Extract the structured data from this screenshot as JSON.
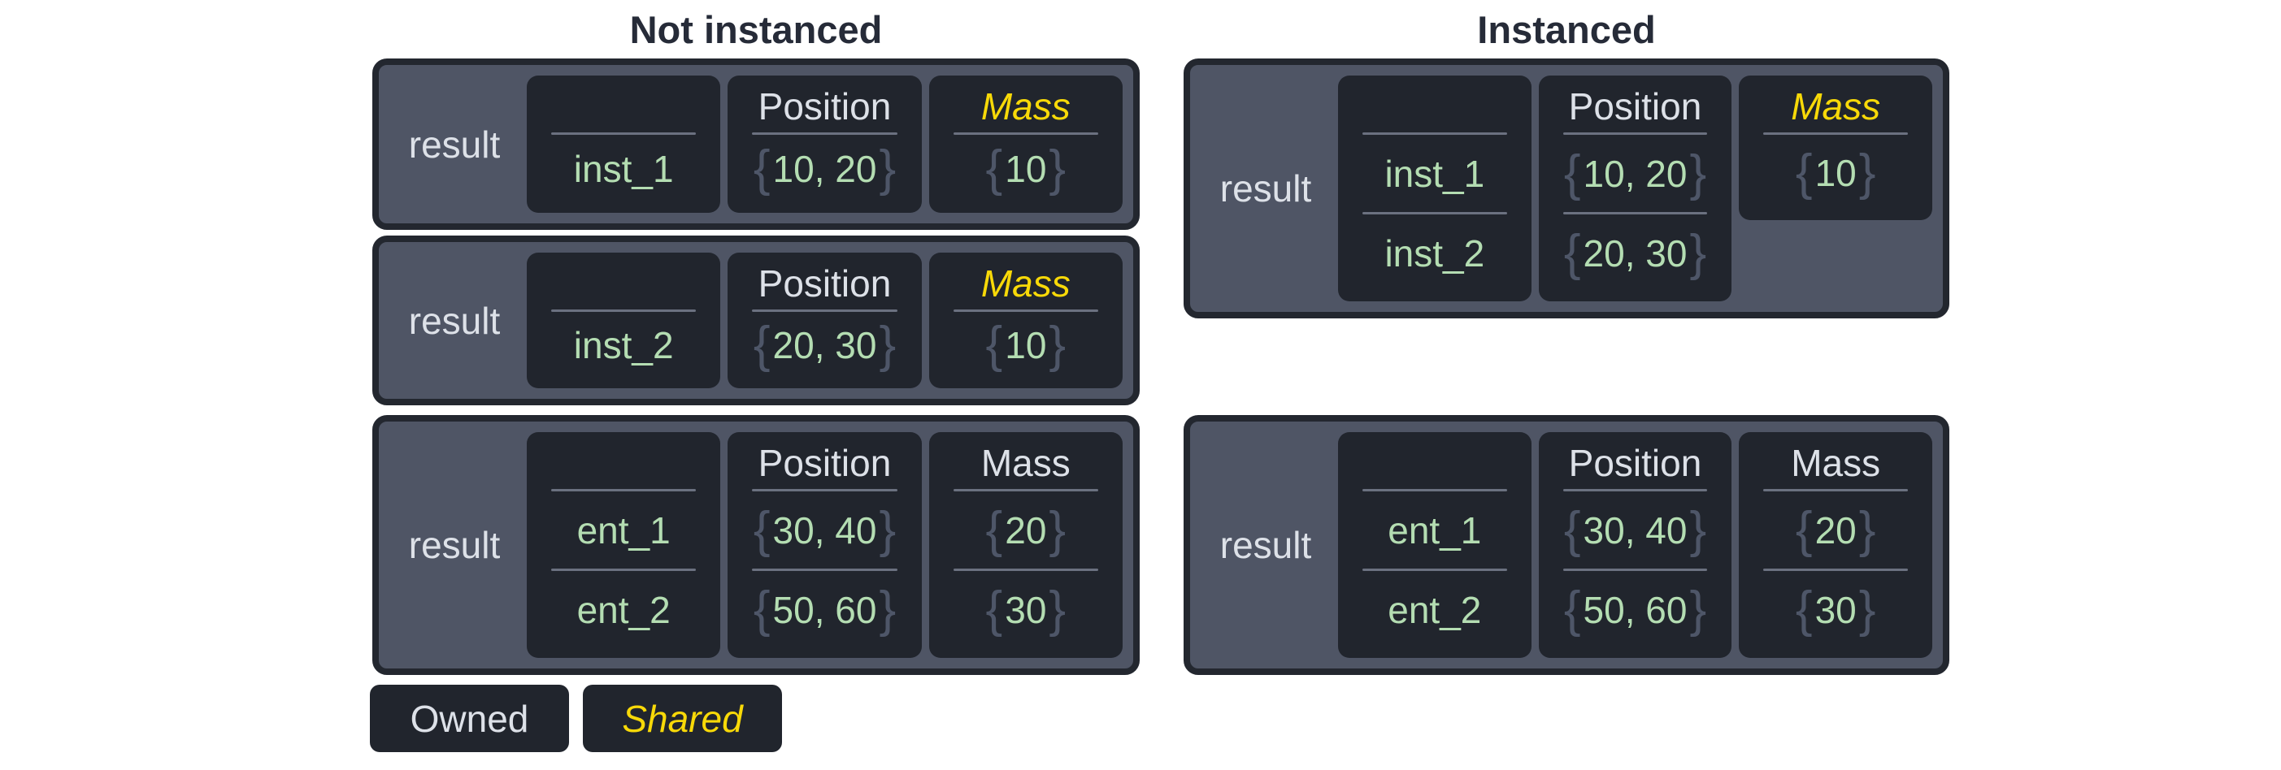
{
  "titles": {
    "left": "Not instanced",
    "right": "Instanced"
  },
  "legend": [
    {
      "label": "Owned",
      "shared": false
    },
    {
      "label": "Shared",
      "shared": true
    }
  ],
  "tables": [
    {
      "section": "not-instanced",
      "result_label": "result",
      "columns": [
        {
          "kind": "entity",
          "header": "",
          "shared": false,
          "short": false,
          "values": [
            {
              "text": "inst_1",
              "braced": false
            }
          ]
        },
        {
          "kind": "position",
          "header": "Position",
          "shared": false,
          "short": false,
          "values": [
            {
              "text": "10, 20",
              "braced": true
            }
          ]
        },
        {
          "kind": "mass",
          "header": "Mass",
          "shared": true,
          "short": false,
          "values": [
            {
              "text": "10",
              "braced": true
            }
          ]
        }
      ]
    },
    {
      "section": "not-instanced",
      "result_label": "result",
      "columns": [
        {
          "kind": "entity",
          "header": "",
          "shared": false,
          "short": false,
          "values": [
            {
              "text": "inst_2",
              "braced": false
            }
          ]
        },
        {
          "kind": "position",
          "header": "Position",
          "shared": false,
          "short": false,
          "values": [
            {
              "text": "20, 30",
              "braced": true
            }
          ]
        },
        {
          "kind": "mass",
          "header": "Mass",
          "shared": true,
          "short": false,
          "values": [
            {
              "text": "10",
              "braced": true
            }
          ]
        }
      ]
    },
    {
      "section": "not-instanced",
      "result_label": "result",
      "columns": [
        {
          "kind": "entity",
          "header": "",
          "shared": false,
          "short": false,
          "values": [
            {
              "text": "ent_1",
              "braced": false
            },
            {
              "text": "ent_2",
              "braced": false
            }
          ]
        },
        {
          "kind": "position",
          "header": "Position",
          "shared": false,
          "short": false,
          "values": [
            {
              "text": "30, 40",
              "braced": true
            },
            {
              "text": "50, 60",
              "braced": true
            }
          ]
        },
        {
          "kind": "mass",
          "header": "Mass",
          "shared": false,
          "short": false,
          "values": [
            {
              "text": "20",
              "braced": true
            },
            {
              "text": "30",
              "braced": true
            }
          ]
        }
      ]
    },
    {
      "section": "instanced",
      "result_label": "result",
      "columns": [
        {
          "kind": "entity",
          "header": "",
          "shared": false,
          "short": false,
          "values": [
            {
              "text": "inst_1",
              "braced": false
            },
            {
              "text": "inst_2",
              "braced": false
            }
          ]
        },
        {
          "kind": "position",
          "header": "Position",
          "shared": false,
          "short": false,
          "values": [
            {
              "text": "10, 20",
              "braced": true
            },
            {
              "text": "20, 30",
              "braced": true
            }
          ]
        },
        {
          "kind": "mass",
          "header": "Mass",
          "shared": true,
          "short": true,
          "values": [
            {
              "text": "10",
              "braced": true
            }
          ]
        }
      ]
    },
    {
      "section": "instanced",
      "result_label": "result",
      "columns": [
        {
          "kind": "entity",
          "header": "",
          "shared": false,
          "short": false,
          "values": [
            {
              "text": "ent_1",
              "braced": false
            },
            {
              "text": "ent_2",
              "braced": false
            }
          ]
        },
        {
          "kind": "position",
          "header": "Position",
          "shared": false,
          "short": false,
          "values": [
            {
              "text": "30, 40",
              "braced": true
            },
            {
              "text": "50, 60",
              "braced": true
            }
          ]
        },
        {
          "kind": "mass",
          "header": "Mass",
          "shared": false,
          "short": false,
          "values": [
            {
              "text": "20",
              "braced": true
            },
            {
              "text": "30",
              "braced": true
            }
          ]
        }
      ]
    }
  ],
  "colors": {
    "page_bg": "#ffffff",
    "table_bg": "#4f5565",
    "table_border": "#23272f",
    "cell_bg": "#21252d",
    "divider": "#6b7180",
    "text_light": "#dde1e8",
    "value_green": "#b4ddb2",
    "brace": "#4e5668",
    "shared_yellow": "#f8d908",
    "title": "#262b38"
  }
}
